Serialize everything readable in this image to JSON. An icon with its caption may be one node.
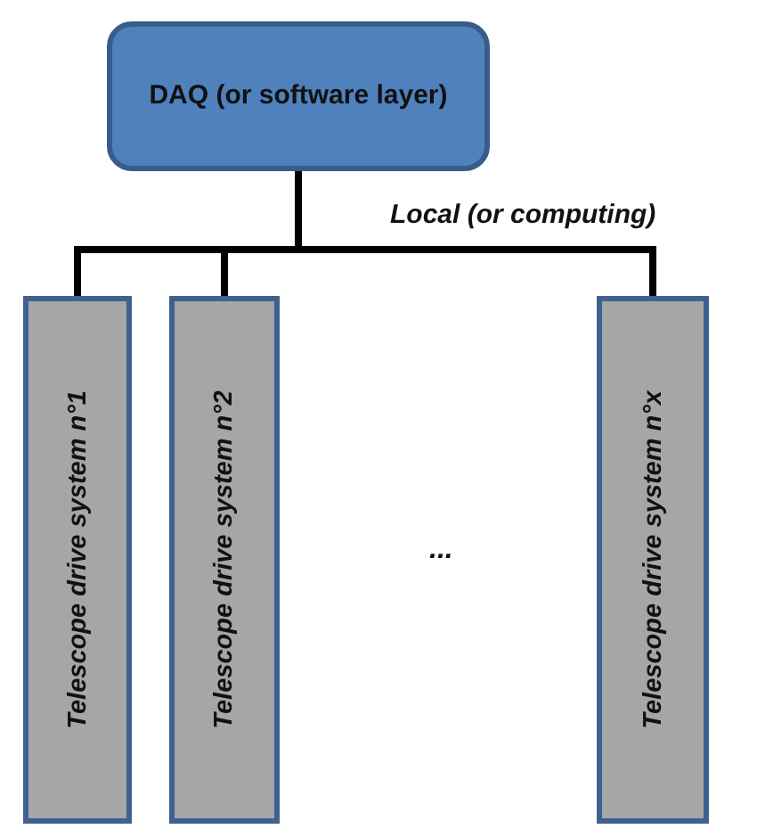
{
  "diagram": {
    "nodes": [
      {
        "text": [
          "DAQ (or software layer)"
        ]
      },
      {
        "text": [
          "Telescope drive system n°1"
        ]
      },
      {
        "text": [
          "Telescope drive system n°2"
        ]
      },
      {
        "text": [
          "Telescope drive system n°x"
        ]
      }
    ],
    "edges": [
      {
        "from": 0,
        "to": 1,
        "arrow": "none"
      },
      {
        "from": 0,
        "to": 2,
        "arrow": "none"
      },
      {
        "from": 0,
        "to": 3,
        "arrow": "none"
      }
    ],
    "labels": [
      "Local (or computing)",
      "..."
    ]
  }
}
